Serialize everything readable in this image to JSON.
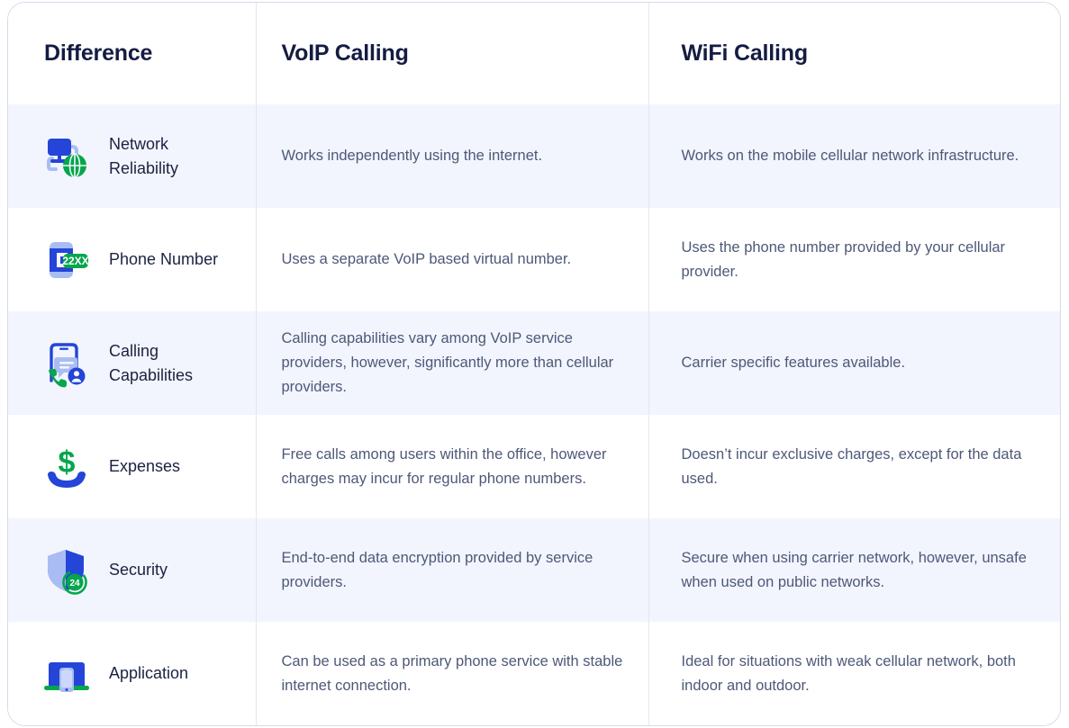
{
  "table": {
    "headers": [
      {
        "label": "Difference",
        "name": "column-header-difference"
      },
      {
        "label": "VoIP Calling",
        "name": "column-header-voip-calling"
      },
      {
        "label": "WiFi Calling",
        "name": "column-header-wifi-calling"
      }
    ],
    "rows": [
      {
        "icon": "network-globe-icon",
        "difference": "Network Reliability",
        "voip": "Works independently using the internet.",
        "wifi": "Works on the mobile cellular network infrastructure."
      },
      {
        "icon": "phone-number-badge-icon",
        "difference": "Phone Number",
        "voip": "Uses a separate VoIP based virtual number.",
        "wifi": "Uses the phone number provided by your cellular provider."
      },
      {
        "icon": "calling-capabilities-icon",
        "difference": "Calling Capabilities",
        "voip": "Calling capabilities vary among VoIP service providers, however, significantly more than cellular providers.",
        "wifi": "Carrier specific features available."
      },
      {
        "icon": "dollar-handset-icon",
        "difference": "Expenses",
        "voip": "Free calls among users within the office, however charges may incur for regular phone numbers.",
        "wifi": "Doesn’t incur exclusive charges, except for the data used."
      },
      {
        "icon": "shield-24-icon",
        "difference": "Security",
        "voip": "End-to-end data encryption provided by service providers.",
        "wifi": "Secure when using carrier network, however, unsafe when used on public networks."
      },
      {
        "icon": "laptop-phone-icon",
        "difference": "Application",
        "voip": "Can be used as a primary phone service with stable internet connection.",
        "wifi": "Ideal for situations with weak cellular network, both indoor and outdoor."
      }
    ],
    "badges": {
      "phone_number_badge": "22XX",
      "security_badge": "24"
    }
  },
  "colors": {
    "header_text": "#151c42",
    "body_text": "#4e5878",
    "label_text": "#1b2240",
    "row_alt_bg": "#f2f5fd",
    "row_bg": "#ffffff",
    "border": "#e4e7f2",
    "outer_border": "#d7dbe9",
    "icon_blue": "#2445d8",
    "icon_light_blue": "#a9bdf4",
    "icon_green": "#05a64c"
  }
}
